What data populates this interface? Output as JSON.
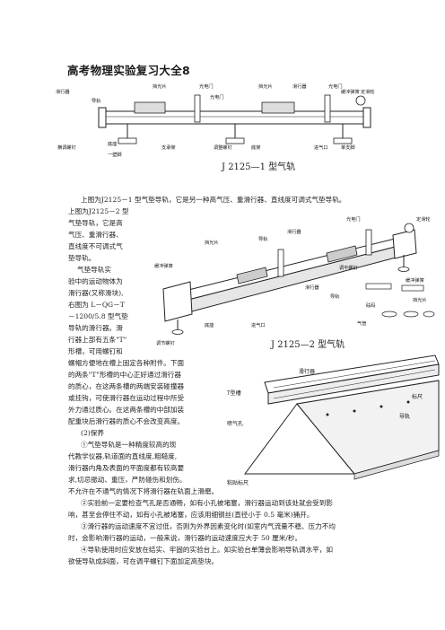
{
  "title": "高考物理实验复习大全8",
  "fig1": {
    "caption": "J 2125—1 型气轨",
    "labels": {
      "slider": "滑行器",
      "rail": "导轨",
      "shade1": "挡光片",
      "gate": "光电门",
      "gate_stand": "光电门",
      "shade2": "挡光片",
      "slider2": "滑行器",
      "gate2": "光电门",
      "buffer": "缓冲弹簧",
      "pulley": "定滑轮",
      "adjust": "横调螺钉",
      "base": "底座",
      "foot": "一壁脚",
      "shade_stand": "支承架",
      "adj_screw": "调整螺钉",
      "frame": "底架",
      "inlet": "进气口",
      "screw": "单支脚"
    }
  },
  "fig2": {
    "caption": "J 2125—2 型气轨",
    "labels": {
      "gate_top": "光电门",
      "slider_top": "滑行器",
      "pulley": "定滑轮",
      "shade": "挡光片",
      "rail": "导轨",
      "spring": "缓冲弹簧",
      "screw": "调节螺钉",
      "base": "底座",
      "inlet": "进气口",
      "buffer": "缓冲弹簧",
      "weight": "砝码",
      "adj": "调平螺钉",
      "frame": "滑行器",
      "rail_body": "导轨",
      "hose": "气管",
      "pin": "挡光片"
    }
  },
  "fig3": {
    "labels": {
      "slider": "滑行器",
      "t_groove": "T型槽",
      "air_hole": "喷气孔",
      "scale": "标尺",
      "rail": "导轨",
      "leg": "粘贴标尺"
    }
  },
  "paragraphs": {
    "p1_full": "上图为J2125－1 型气垫导轨，它是另一种高气压、重滑行器、直线度可调式气垫导轨。",
    "p2_lines": [
      "上图为J2125－2 型",
      "气垫导轨，它是高",
      "气压、重滑行器、",
      "直线度不可调式气",
      "垫导轨。"
    ],
    "p3_lines": [
      "气垫导轨实",
      "验中的运动物体为",
      "滑行器(又称滑块),",
      "右图为 L－QG－T",
      "－1200/5.8 型气垫",
      "导轨的滑行器。滑",
      "行器上部有五条\"T\"",
      "形槽，可用螺钉和",
      "螺帽方便地在槽上固定各种附件。下面",
      "的两条\"T\"形槽的中心正好通过滑行器",
      "的质心，在这两条槽的两端安装碰撞器",
      "或挂钩，可使滑行器在运动过程中所受",
      "外力通过质心。在这两条槽的中部加装",
      "配重块后滑行器的质心不会改变高度。"
    ],
    "p4_heading": "(2)保养",
    "p4_lines": [
      "①气垫导轨是一种精度较高的现",
      "代教学仪器,轨道面的直线度,粗糙度,",
      "滑行器内角及表面的平面度都有较高要",
      "求,切忌振动、重压，严防碰伤和划伤。"
    ],
    "p5_lines": [
      "不允许在不通气的情况下将滑行器在轨面上滑磨。",
      "②实验前一定要检查气孔是否通畅，如有小孔被堵塞，滑行器运动到该处就会受到影",
      "响，甚至会停住不动，如有小孔被堵塞，应该用细钢丝(直径小于 0.5 毫米)捅开。",
      "③滑行器的运动速度不宜过低，否则为外界因素变化时(如室内气流量不稳、压力不均",
      "时，会影响滑行器的运动，一般来说，滑行器的运动速度应大于 50 厘米/秒。",
      "④导轨使用时应安放在结实、牢固的实验台上。如实验台单薄会影响导轨调水平，如",
      "欲使导轨成斜面，可在调平螺钉下面加定高垫块。"
    ]
  }
}
